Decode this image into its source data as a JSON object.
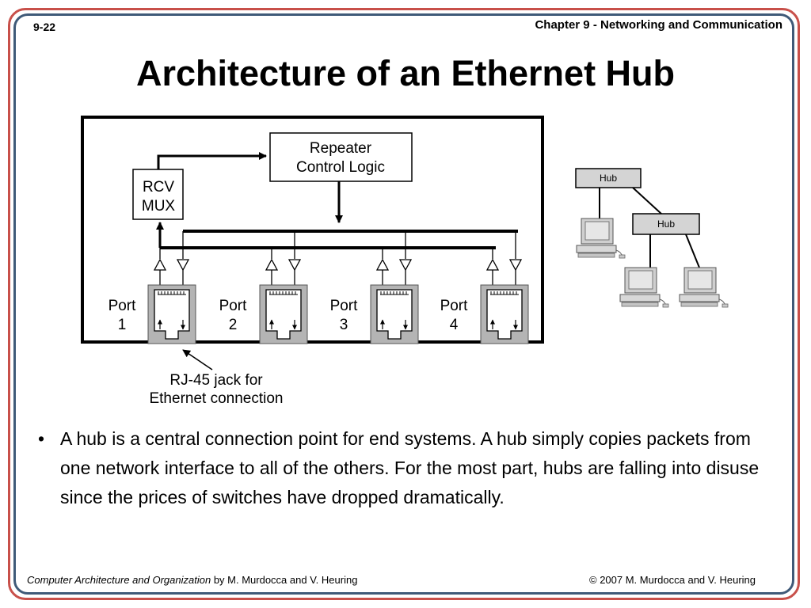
{
  "header": {
    "slide_number": "9-22",
    "chapter": "Chapter 9 - Networking and Communication"
  },
  "title": "Architecture of an Ethernet Hub",
  "diagram": {
    "repeater_line1": "Repeater",
    "repeater_line2": "Control Logic",
    "mux_line1": "RCV",
    "mux_line2": "MUX",
    "port_word": "Port",
    "ports": [
      "1",
      "2",
      "3",
      "4"
    ],
    "jack_line1": "RJ-45 jack for",
    "jack_line2": "Ethernet connection",
    "hub_label": "Hub"
  },
  "bullet": "A hub is a central connection point for end systems. A hub simply copies packets from one network interface to all of the others. For the most part, hubs are falling into disuse since the prices of switches have dropped dramatically.",
  "footer": {
    "book_title": "Computer Architecture and Organization",
    "authors": " by M. Murdocca and V. Heuring",
    "copyright": "© 2007 M. Murdocca and V. Heuring"
  },
  "colors": {
    "frame_outer": "#c8504a",
    "frame_inner": "#3f5a78",
    "jack_fill": "#b0b0b0",
    "hub_fill": "#d4d4d4"
  }
}
